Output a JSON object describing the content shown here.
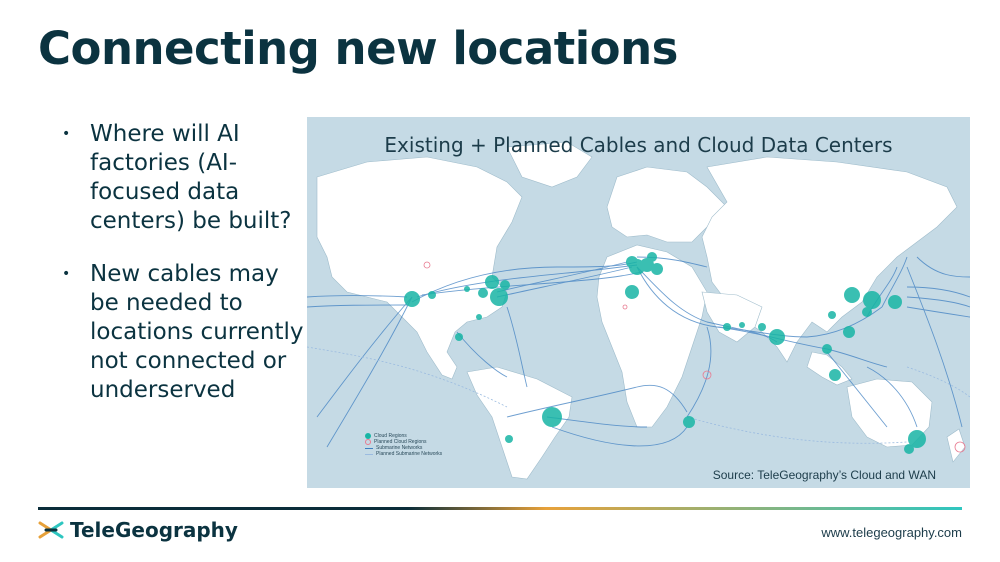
{
  "slide": {
    "title": "Connecting new locations",
    "bullets": [
      "Where will AI factories (AI-focused data centers) be built?",
      "New cables may be needed to locations currently not connected or underserved"
    ]
  },
  "map": {
    "title": "Existing + Planned Cables and Cloud Data Centers",
    "source": "Source: TeleGeography’s Cloud and WAN",
    "legend": [
      {
        "label": "Cloud Regions",
        "color": "#18b5a5"
      },
      {
        "label": "Planned Cloud Regions",
        "color": "#e87a90"
      },
      {
        "label": "Submarine Networks",
        "color": "#3e7fc1"
      },
      {
        "label": "Planned Submarine Networks",
        "color": "#9bbbe0"
      }
    ],
    "colors": {
      "ocean": "#c5dae5",
      "land": "#ffffff",
      "cable": "#3e7fc1",
      "region": "#18b5a5",
      "planned": "#e87a90"
    }
  },
  "footer": {
    "brand": "TeleGeography",
    "url": "www.telegeography.com"
  }
}
